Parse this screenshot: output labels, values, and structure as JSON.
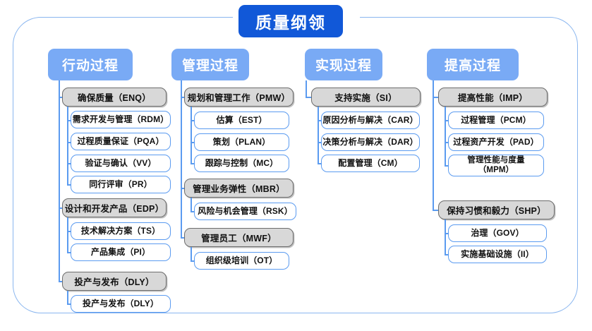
{
  "diagram": {
    "root": {
      "label": "质量纲领"
    },
    "colors": {
      "root_fill": "#1158d8",
      "category_fill": "#79aaf5",
      "group_fill": "#d8d8d8",
      "group_border": "#6d6d6d",
      "leaf_border": "#5b9bf0",
      "connector": "#5b9bf0",
      "frame_border": "#8ab6ef"
    },
    "columns": [
      {
        "id": "action",
        "category": "行动过程",
        "groups": [
          {
            "id": "enq",
            "label": "确保质量（ENQ）",
            "leaves": [
              {
                "label": "需求开发与管理（RDM）"
              },
              {
                "label": "过程质量保证（PQA）"
              },
              {
                "label": "验证与确认（VV）"
              },
              {
                "label": "同行评审（PR）"
              }
            ]
          },
          {
            "id": "edp",
            "label": "设计和开发产品（EDP）",
            "leaves": [
              {
                "label": "技术解决方案（TS）"
              },
              {
                "label": "产品集成（PI）"
              }
            ]
          },
          {
            "id": "dly",
            "label": "投产与发布（DLY）",
            "leaves": [
              {
                "label": "投产与发布（DLY）"
              }
            ]
          }
        ]
      },
      {
        "id": "manage",
        "category": "管理过程",
        "groups": [
          {
            "id": "pmw",
            "label": "规划和管理工作（PMW）",
            "leaves": [
              {
                "label": "估算（EST）"
              },
              {
                "label": "策划（PLAN）"
              },
              {
                "label": "跟踪与控制（MC）"
              }
            ]
          },
          {
            "id": "mbr",
            "label": "管理业务弹性（MBR）",
            "leaves": [
              {
                "label": "风险与机会管理（RSK）"
              }
            ]
          },
          {
            "id": "mwf",
            "label": "管理员工（MWF）",
            "leaves": [
              {
                "label": "组织级培训（OT）"
              }
            ]
          }
        ]
      },
      {
        "id": "implement",
        "category": "实现过程",
        "groups": [
          {
            "id": "si",
            "label": "支持实施（SI）",
            "leaves": [
              {
                "label": "原因分析与解决（CAR）"
              },
              {
                "label": "决策分析与解决（DAR）"
              },
              {
                "label": "配置管理（CM）"
              }
            ]
          }
        ]
      },
      {
        "id": "improve",
        "category": "提高过程",
        "groups": [
          {
            "id": "imp",
            "label": "提高性能（IMP）",
            "leaves": [
              {
                "label": "过程管理（PCM）"
              },
              {
                "label": "过程资产开发（PAD）"
              },
              {
                "label": "管理性能与度量\n（MPM）"
              }
            ]
          },
          {
            "id": "shp",
            "label": "保持习惯和毅力（SHP）",
            "leaves": [
              {
                "label": "治理（GOV）"
              },
              {
                "label": "实施基础设施（II）"
              }
            ]
          }
        ]
      }
    ]
  }
}
